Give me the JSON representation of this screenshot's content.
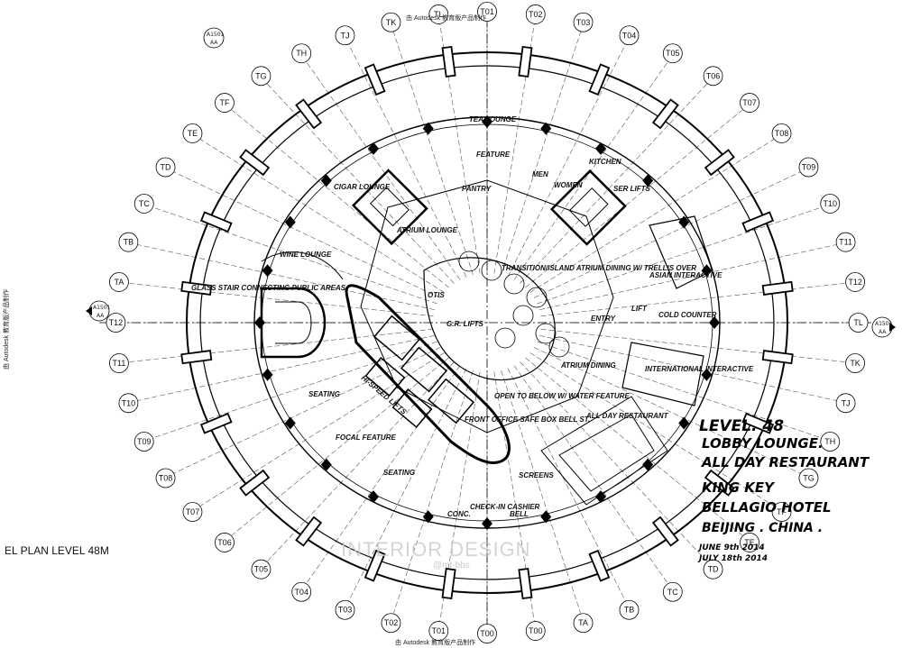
{
  "sheet": {
    "credit_top": "由 Autodesk 教育版产品制作",
    "credit_bottom": "由 Autodesk 教育版产品制作",
    "credit_left": "由 Autodesk 教育版产品制作",
    "plan_title": "EL PLAN LEVEL 48M",
    "watermark": "INTERIOR DESIGN",
    "watermark_sub": "@mt-bbs"
  },
  "grid_markers": [
    "T00",
    "T01",
    "T02",
    "T03",
    "T04",
    "T05",
    "T06",
    "T07",
    "T08",
    "T09",
    "T10",
    "T11",
    "T12",
    "TA",
    "TB",
    "TC",
    "TD",
    "TE",
    "TF",
    "TG",
    "TH",
    "TJ",
    "TK",
    "TL",
    "T01",
    "T02",
    "T03",
    "T04",
    "T05",
    "T06",
    "T07",
    "T08",
    "T09",
    "T10",
    "T11",
    "T12",
    "TL",
    "TK",
    "TJ",
    "TH",
    "TG",
    "TF",
    "TE",
    "TD",
    "TC",
    "TB",
    "TA",
    "T00"
  ],
  "section_markers": {
    "left": {
      "top": "A1501",
      "bottom": "AA"
    },
    "right": {
      "top": "A1501",
      "bottom": "AA"
    },
    "top": {
      "top": "A1501",
      "bottom": "AA"
    }
  },
  "rooms": {
    "tea_lounge": "TEA LOUNGE",
    "feature": "FEATURE",
    "kitchen": "KITCHEN",
    "men": "MEN",
    "women": "WOMEN",
    "ser_lifts": "SER LIFTS",
    "cigar_lounge": "CIGAR LOUNGE",
    "pantry": "PANTRY",
    "atrium_lounge": "ATRIUM LOUNGE",
    "wine_lounge": "WINE LOUNGE",
    "glass_stair": "GLASS STAIR CONNECTING PUBLIC AREAS",
    "otis": "OTIS",
    "gr_lifts": "G.R. LIFTS",
    "show_kitchen": "TRANSITION/ISLAND ATRIUM DINING W/ TRELLIS OVER",
    "asian": "ASIAN INTERACTIVE",
    "cold_counter": "COLD COUNTER",
    "entry": "ENTRY",
    "lift": "LIFT",
    "atrium_dining": "ATRIUM DINING",
    "international": "INTERNATIONAL INTERACTIVE",
    "open_below": "OPEN TO BELOW W/ WATER FEATURE",
    "all_day": "ALL DAY RESTAURANT",
    "seating_1": "SEATING",
    "seating_2": "SEATING",
    "focal_feature": "FOCAL FEATURE",
    "front_office": "FRONT OFFICE SAFE BOX BELL ST.",
    "screens": "SCREENS",
    "check_in": "CHECK-IN CASHIER",
    "conc": "CONC.",
    "bell": "BELL",
    "stair_note": "HI-SPEED LIFTS"
  },
  "title_block": {
    "line1": "LEVEL. 48",
    "line2": "LOBBY LOUNGE.",
    "line3": "ALL DAY RESTAURANT",
    "line4": "KING KEY",
    "line5": "BELLAGIO HOTEL",
    "line6": "BEIJING . CHINA .",
    "date1": "JUNE 9th 2014",
    "date2": "JULY 18th 2014"
  }
}
